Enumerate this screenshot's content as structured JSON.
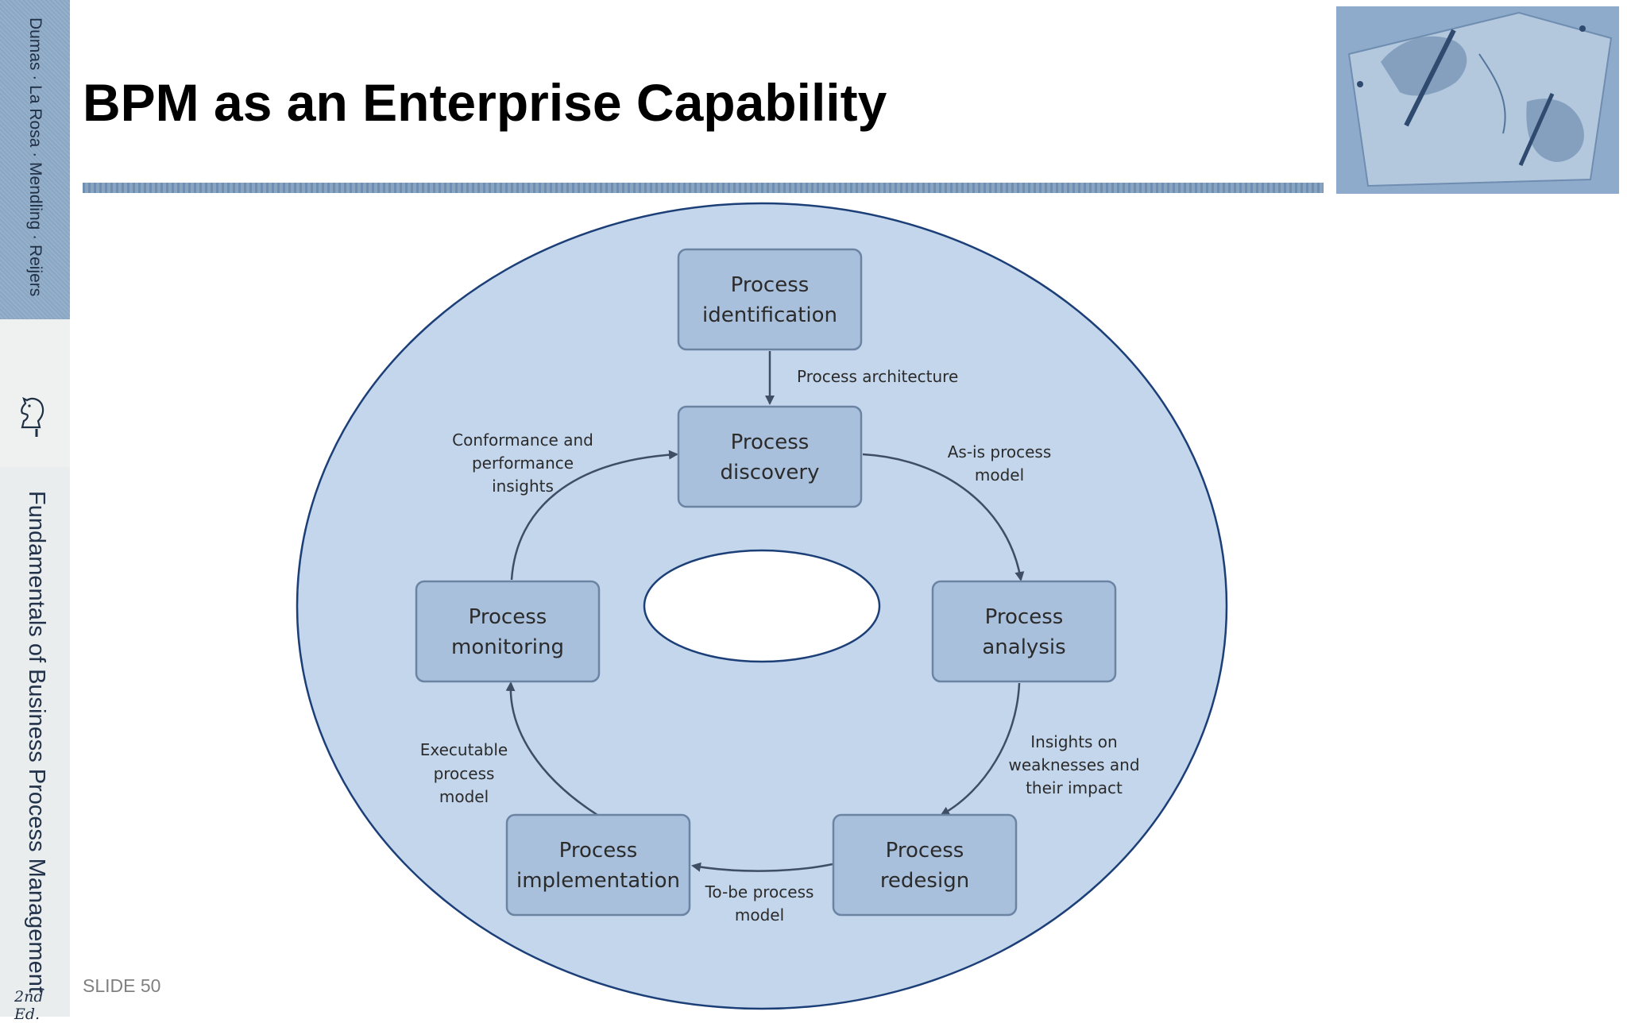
{
  "slide": {
    "title": "BPM as an Enterprise Capability",
    "slide_number": "SLIDE 50"
  },
  "sidebar": {
    "authors": "Dumas · La Rosa · Mendling · Reijers",
    "book_title": "Fundamentals of Business Process Management",
    "edition": "2nd Ed."
  },
  "diagram": {
    "nodes": {
      "identification": [
        "Process",
        "identification"
      ],
      "discovery": [
        "Process",
        "discovery"
      ],
      "analysis": [
        "Process",
        "analysis"
      ],
      "redesign": [
        "Process",
        "redesign"
      ],
      "implementation": [
        "Process",
        "implementation"
      ],
      "monitoring": [
        "Process",
        "monitoring"
      ]
    },
    "edges": {
      "architecture": [
        "Process architecture"
      ],
      "as_is": [
        "As-is process",
        "model"
      ],
      "insights": [
        "Insights on",
        "weaknesses and",
        "their impact"
      ],
      "to_be": [
        "To-be process",
        "model"
      ],
      "executable": [
        "Executable",
        "process",
        "model"
      ],
      "conformance": [
        "Conformance and",
        "performance",
        "insights"
      ]
    }
  },
  "colors": {
    "ring_fill": "#c3d6ec",
    "ring_stroke": "#1c3f78",
    "node_fill": "#a9c0dc",
    "arrow": "#3f4e63"
  }
}
